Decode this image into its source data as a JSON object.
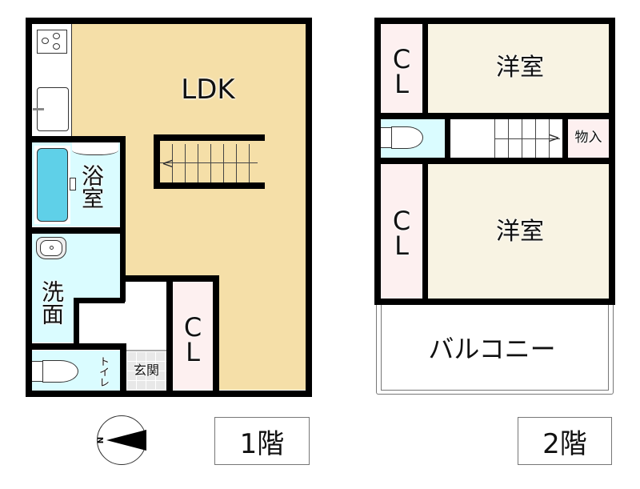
{
  "floor1": {
    "label": "1階",
    "rooms": {
      "ldk": "LDK",
      "bath": "浴室",
      "washroom": "洗面",
      "toilet": "トイレ",
      "entrance": "玄関",
      "closet_c": "C",
      "closet_l": "L"
    }
  },
  "floor2": {
    "label": "2階",
    "rooms": {
      "western_room_1": "洋室",
      "western_room_2": "洋室",
      "storage": "物入",
      "balcony": "バルコニー",
      "closet1_c": "C",
      "closet1_l": "L",
      "closet2_c": "C",
      "closet2_l": "L"
    }
  },
  "compass": {
    "north": "N"
  },
  "colors": {
    "ldk": "#f5dfa8",
    "water": "#dafcff",
    "closet": "#fdf0f0",
    "western_room": "#f8f3e3",
    "entrance_tile": "#e8e8e8",
    "wall": "#000000"
  }
}
